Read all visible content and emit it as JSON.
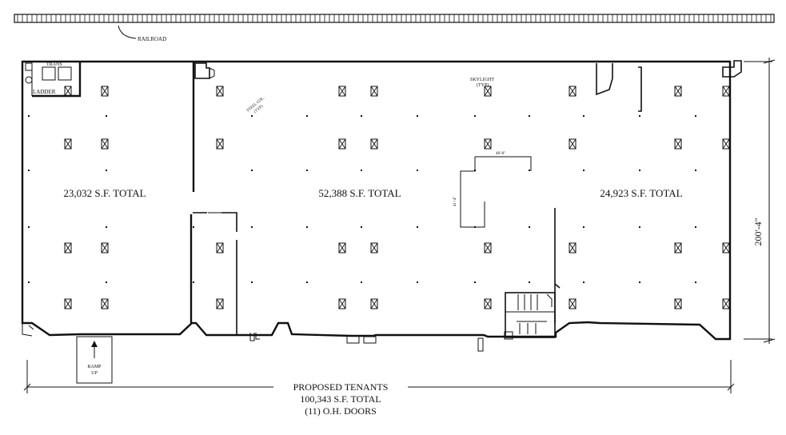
{
  "labels": {
    "railroad": "RAILROAD",
    "trans": "TRANS",
    "ladder": "LADDER",
    "skylight": "SKYLIGHT",
    "skylight_typ": "(TYP)",
    "steel_col": "STEEL COL.",
    "steel_col_typ": "(TYP)",
    "ramp_up_1": "RAMP",
    "ramp_up_2": "UP",
    "dim_height": "200'-4\"",
    "dim_small_1": "48'-8\"",
    "dim_small_2": "41'-4\""
  },
  "spaces": [
    {
      "label": "23,032 S.F. TOTAL"
    },
    {
      "label": "52,388 S.F. TOTAL"
    },
    {
      "label": "24,923 S.F. TOTAL"
    }
  ],
  "summary": {
    "line1": "PROPOSED TENANTS",
    "line2": "100,343 S.F. TOTAL",
    "line3": "(11) O.H. DOORS"
  }
}
